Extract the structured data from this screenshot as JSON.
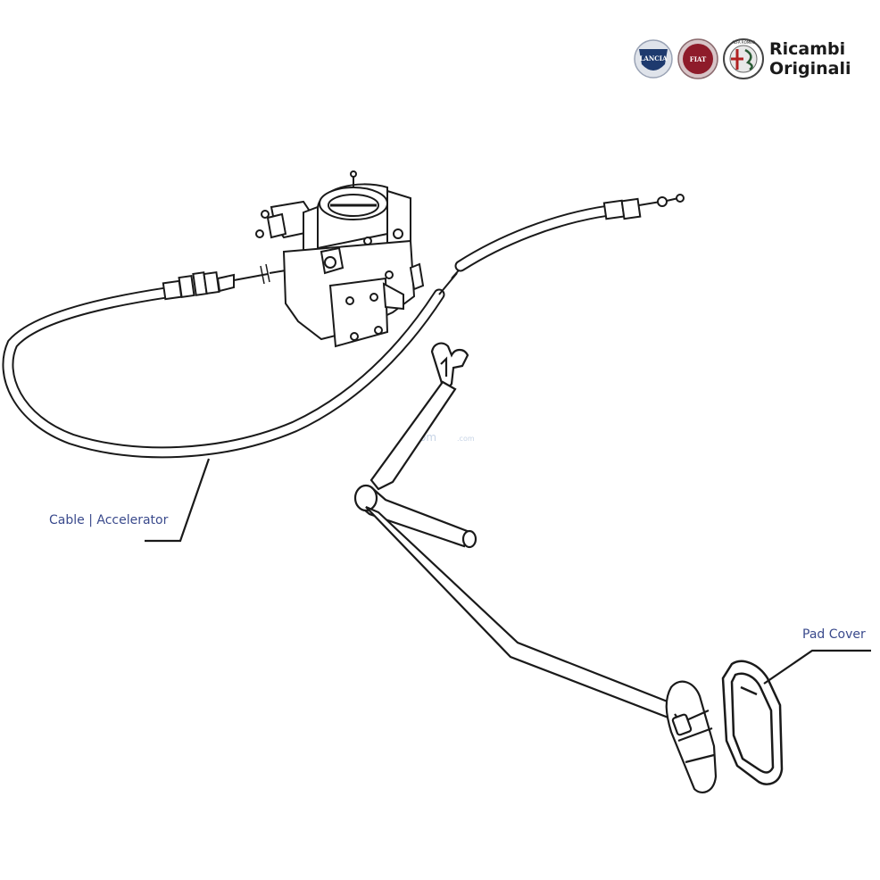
{
  "header": {
    "brand_line1": "Ricambi",
    "brand_line2": "Originali",
    "logos": [
      {
        "name": "lancia",
        "text": "LANCIA",
        "color": "#1e3a6e"
      },
      {
        "name": "fiat",
        "text": "FIAT",
        "color": "#8e1b2a"
      },
      {
        "name": "alfa-romeo",
        "text": "ALFA ROMEO",
        "color": "#2a5a34"
      }
    ]
  },
  "callouts": {
    "cable": "Cable | Accelerator",
    "pad": "Pad Cover"
  },
  "watermark": {
    "main": "erom",
    "suffix": ".com"
  },
  "colors": {
    "line": "#1a1a1a",
    "label": "#3a4a8c"
  }
}
